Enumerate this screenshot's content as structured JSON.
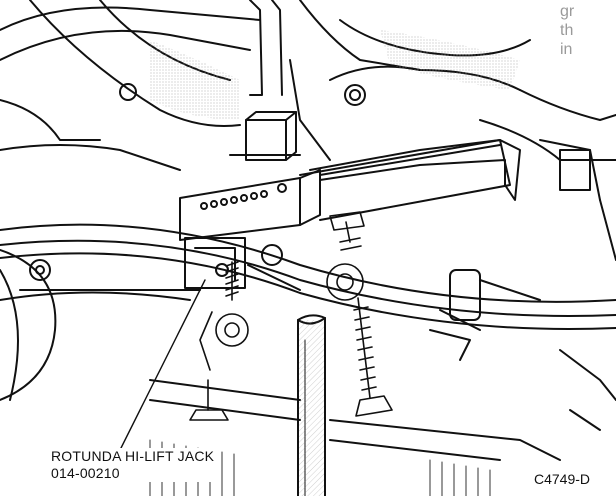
{
  "header_text": {
    "line1": "gr",
    "line2": "th",
    "line3": "in"
  },
  "callout": {
    "line1": "ROTUNDA HI-LIFT JACK",
    "line2": "014-00210"
  },
  "figure_id": "C4749-D"
}
